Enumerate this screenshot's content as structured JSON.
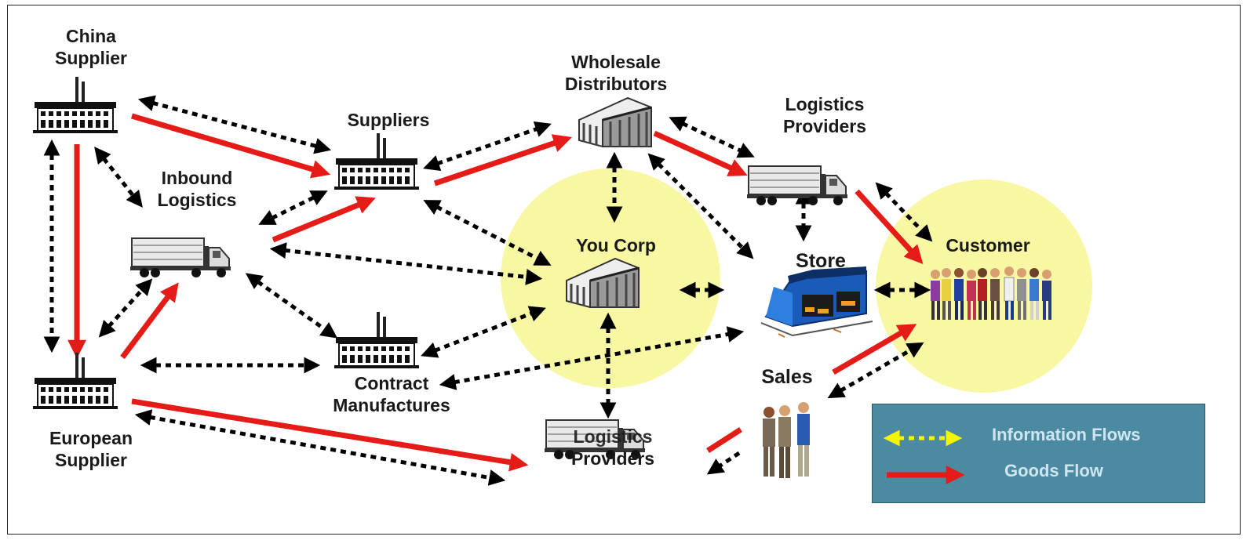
{
  "nodes": {
    "china_supplier": [
      "China",
      "Supplier"
    ],
    "european_supplier": [
      "European",
      "Supplier"
    ],
    "suppliers": [
      "Suppliers"
    ],
    "inbound_logistics": [
      "Inbound",
      "Logistics"
    ],
    "contract_manufactures": [
      "Contract",
      "Manufactures"
    ],
    "wholesale_distributors": [
      "Wholesale",
      "Distributors"
    ],
    "logistics_providers_top": [
      "Logistics",
      "Providers"
    ],
    "logistics_providers_bottom": [
      "Logistics",
      "Providers"
    ],
    "you_corp": "You Corp",
    "store": "Store",
    "customer": "Customer",
    "sales": "Sales"
  },
  "legend": {
    "information_flows": "Information Flows",
    "goods_flow": "Goods Flow"
  },
  "colors": {
    "goods_flow": "#e41b17",
    "information_flow": "#000000",
    "legend_information_arrow": "#f5f500",
    "legend_background": "#4b8aa0",
    "legend_text": "#cfe6f0",
    "highlight_circle": "#f8f7a4"
  },
  "icons": {
    "factory": "factory-icon",
    "truck": "truck-icon",
    "warehouse": "warehouse-icon",
    "store": "store-icon",
    "people": "people-icon"
  }
}
